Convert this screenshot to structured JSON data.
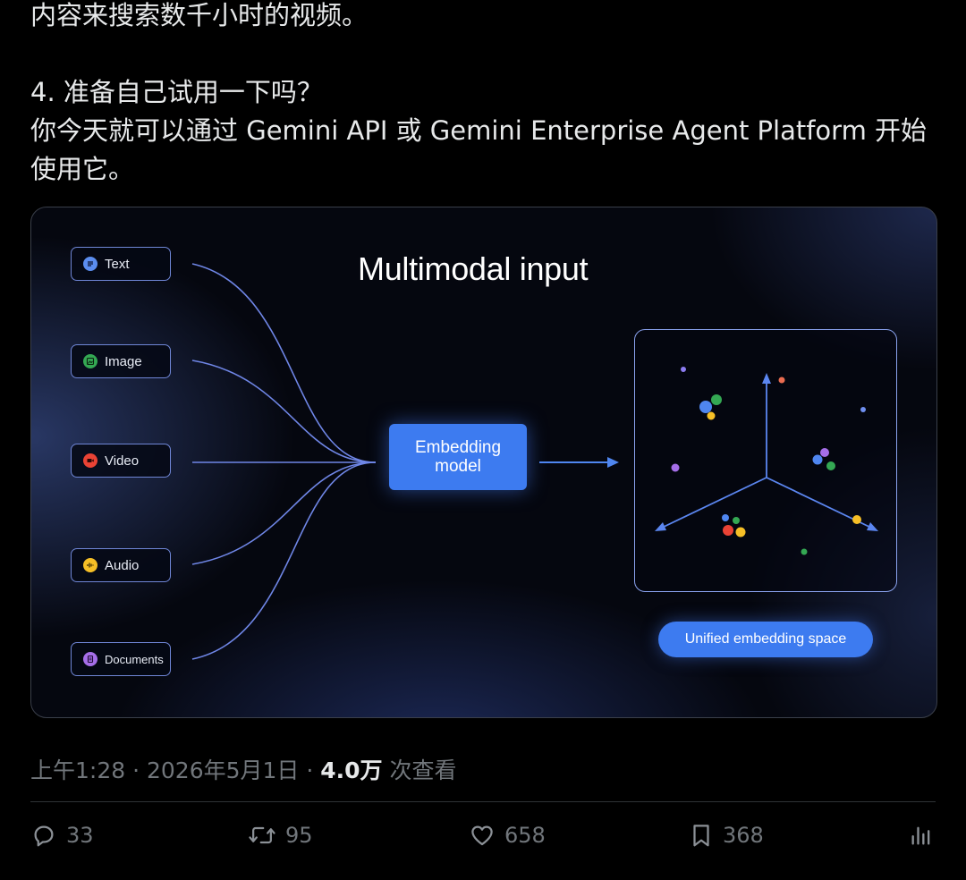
{
  "tweet": {
    "line1": "内容来搜索数千小时的视频。",
    "line2": "4. 准备自己试用一下吗？",
    "line3": "你今天就可以通过 Gemini API 或 Gemini Enterprise Agent Platform 开始",
    "line4": "使用它。"
  },
  "diagram": {
    "title": "Multimodal input",
    "inputs": [
      {
        "label": "Text",
        "icon": "text-doc-icon",
        "color": "#5b8def"
      },
      {
        "label": "Image",
        "icon": "image-icon",
        "color": "#34a853"
      },
      {
        "label": "Video",
        "icon": "video-icon",
        "color": "#ea4335"
      },
      {
        "label": "Audio",
        "icon": "audio-icon",
        "color": "#f6bf26"
      },
      {
        "label": "Documents",
        "icon": "documents-icon",
        "color": "#a56ee8"
      }
    ],
    "embedding_model_line1": "Embedding",
    "embedding_model_line2": "model",
    "space_label": "Unified embedding space",
    "accent": "#3d7bf0"
  },
  "meta": {
    "time": "上午1:28",
    "sep1": " · ",
    "date": "2026年5月1日",
    "sep2": " · ",
    "views_count": "4.0万",
    "views_label": " 次查看"
  },
  "actions": {
    "replies": "33",
    "reposts": "95",
    "likes": "658",
    "bookmarks": "368"
  }
}
